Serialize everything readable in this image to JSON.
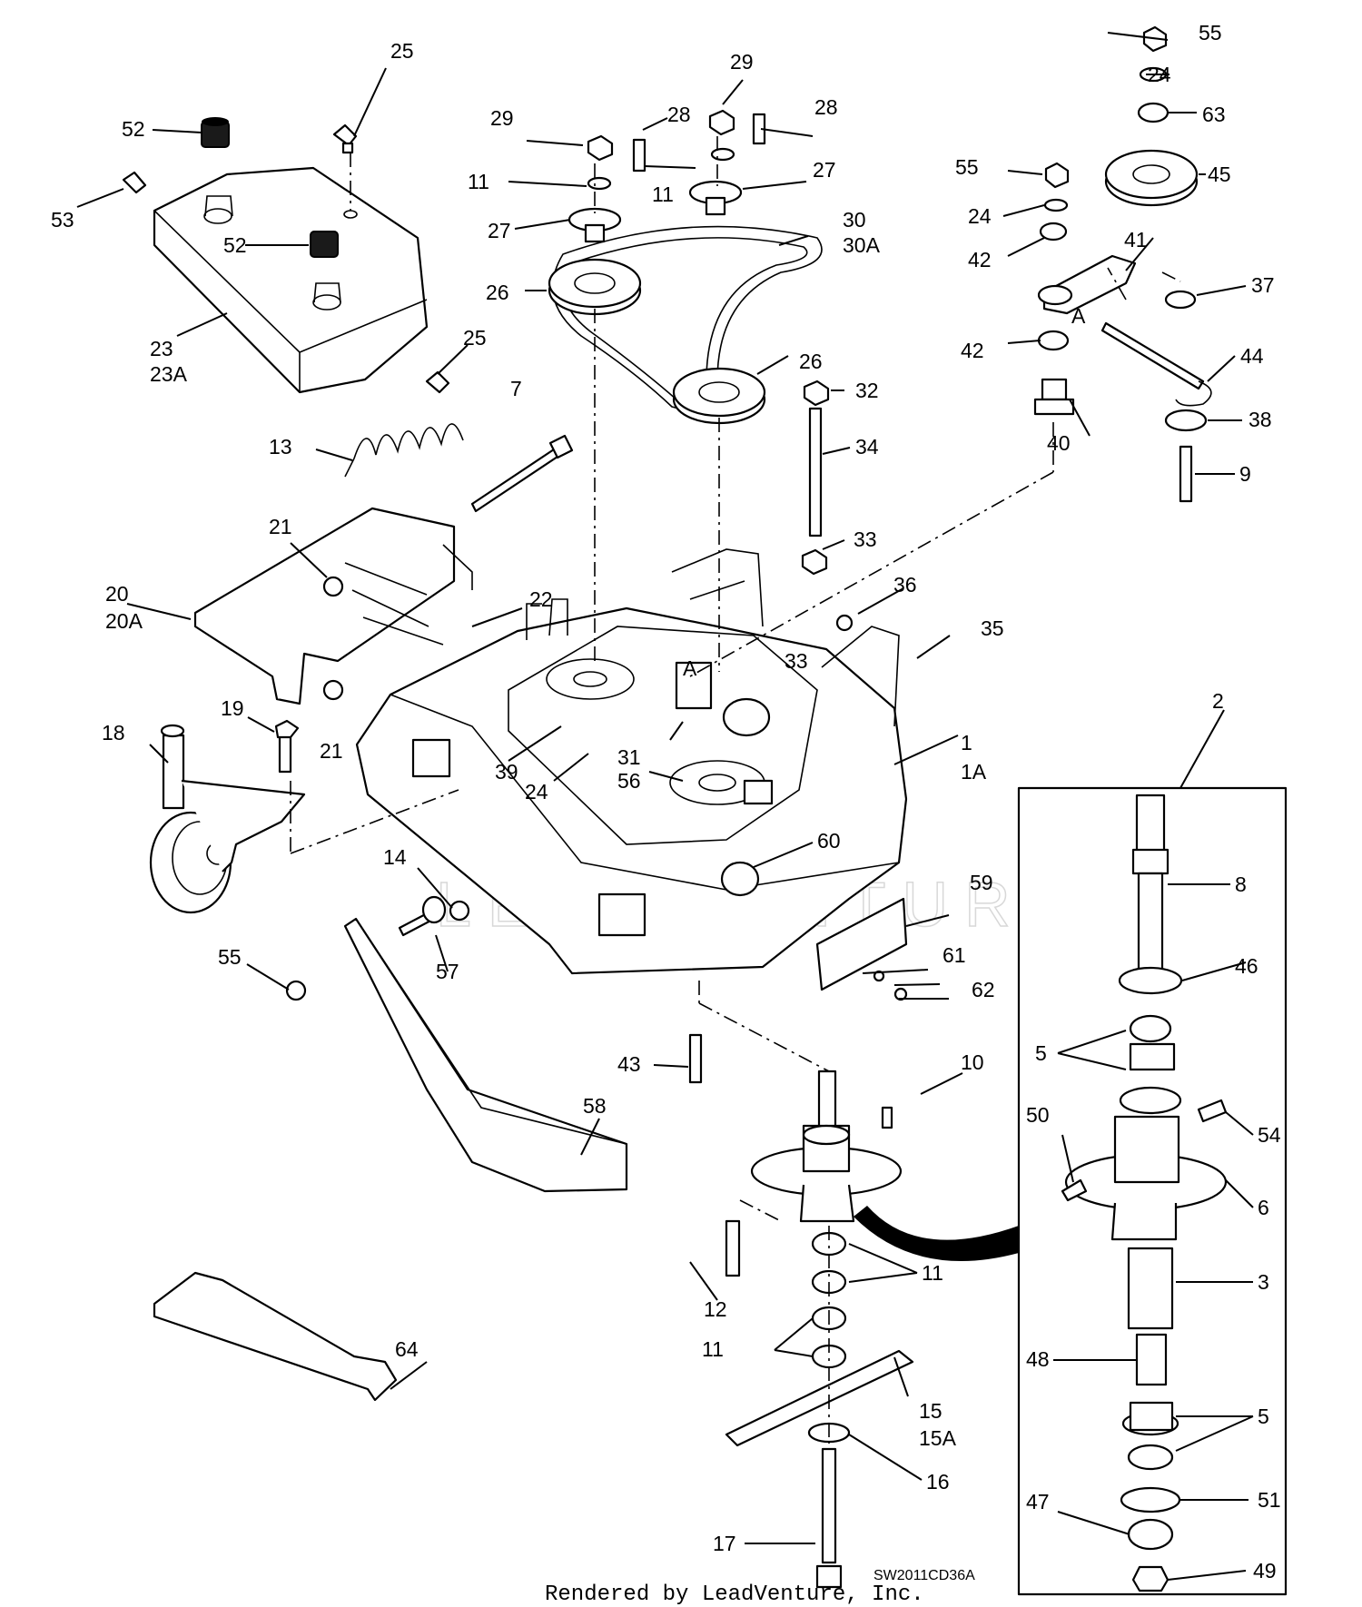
{
  "diagram": {
    "drawing_code": "SW2011CD36A",
    "footer": "Rendered by LeadVenture, Inc.",
    "watermark": "LEADVENTURE"
  },
  "callouts": [
    {
      "text": "1"
    },
    {
      "text": "1A"
    },
    {
      "text": "2"
    },
    {
      "text": "3"
    },
    {
      "text": "5"
    },
    {
      "text": "5"
    },
    {
      "text": "6"
    },
    {
      "text": "7"
    },
    {
      "text": "8"
    },
    {
      "text": "9"
    },
    {
      "text": "10"
    },
    {
      "text": "11"
    },
    {
      "text": "11"
    },
    {
      "text": "11"
    },
    {
      "text": "11"
    },
    {
      "text": "12"
    },
    {
      "text": "13"
    },
    {
      "text": "14"
    },
    {
      "text": "15"
    },
    {
      "text": "15A"
    },
    {
      "text": "16"
    },
    {
      "text": "17"
    },
    {
      "text": "18"
    },
    {
      "text": "19"
    },
    {
      "text": "20"
    },
    {
      "text": "20A"
    },
    {
      "text": "21"
    },
    {
      "text": "21"
    },
    {
      "text": "22"
    },
    {
      "text": "23"
    },
    {
      "text": "23A"
    },
    {
      "text": "24"
    },
    {
      "text": "24"
    },
    {
      "text": "24"
    },
    {
      "text": "25"
    },
    {
      "text": "25"
    },
    {
      "text": "26"
    },
    {
      "text": "26"
    },
    {
      "text": "27"
    },
    {
      "text": "27"
    },
    {
      "text": "28"
    },
    {
      "text": "28"
    },
    {
      "text": "29"
    },
    {
      "text": "29"
    },
    {
      "text": "30"
    },
    {
      "text": "30A"
    },
    {
      "text": "31"
    },
    {
      "text": "32"
    },
    {
      "text": "33"
    },
    {
      "text": "33"
    },
    {
      "text": "34"
    },
    {
      "text": "35"
    },
    {
      "text": "36"
    },
    {
      "text": "37"
    },
    {
      "text": "38"
    },
    {
      "text": "39"
    },
    {
      "text": "40"
    },
    {
      "text": "41"
    },
    {
      "text": "42"
    },
    {
      "text": "42"
    },
    {
      "text": "43"
    },
    {
      "text": "44"
    },
    {
      "text": "45"
    },
    {
      "text": "46"
    },
    {
      "text": "47"
    },
    {
      "text": "48"
    },
    {
      "text": "49"
    },
    {
      "text": "50"
    },
    {
      "text": "51"
    },
    {
      "text": "52"
    },
    {
      "text": "52"
    },
    {
      "text": "53"
    },
    {
      "text": "54"
    },
    {
      "text": "55"
    },
    {
      "text": "55"
    },
    {
      "text": "55"
    },
    {
      "text": "56"
    },
    {
      "text": "57"
    },
    {
      "text": "58"
    },
    {
      "text": "59"
    },
    {
      "text": "60"
    },
    {
      "text": "61"
    },
    {
      "text": "62"
    },
    {
      "text": "63"
    },
    {
      "text": "64"
    },
    {
      "text": "A"
    },
    {
      "text": "A"
    }
  ]
}
